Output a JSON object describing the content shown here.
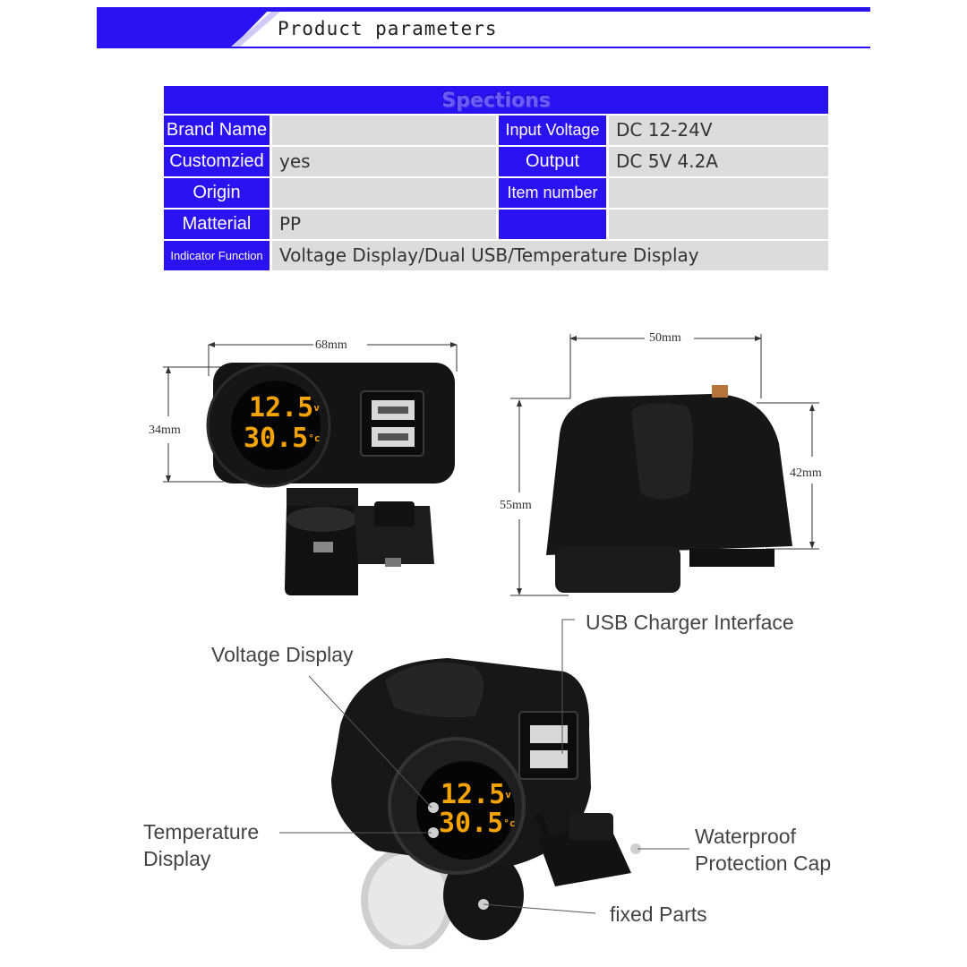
{
  "header": {
    "title": "Product parameters",
    "accent": "#2a12f2"
  },
  "spec_table": {
    "heading": "Spections",
    "rows": [
      {
        "label1": "Brand Name",
        "value1": "",
        "label2": "Input Voltage",
        "value2": "DC  12-24V"
      },
      {
        "label1": "Customzied",
        "value1": "yes",
        "label2": "Output",
        "value2": "DC  5V  4.2A"
      },
      {
        "label1": "Origin",
        "value1": "",
        "label2": "Item number",
        "value2": ""
      },
      {
        "label1": "Matterial",
        "value1": "PP",
        "label2": "",
        "value2": ""
      }
    ],
    "last_row": {
      "label": "Indicator Function",
      "value": "Voltage Display/Dual USB/Temperature Display"
    }
  },
  "dimensions": {
    "front_width": "68mm",
    "front_height": "34mm",
    "side_width": "50mm",
    "side_height_left": "55mm",
    "side_height_right": "42mm"
  },
  "display": {
    "voltage": "12.5",
    "voltage_unit": "v",
    "temperature": "30.5",
    "temperature_unit": "°c",
    "digit_color": "#f5a300"
  },
  "callouts": {
    "usb": "USB Charger Interface",
    "voltage": "Voltage Display",
    "temperature_line1": "Temperature",
    "temperature_line2": "Display",
    "waterproof_line1": "Waterproof",
    "waterproof_line2": "Protection Cap",
    "fixed": "fixed Parts"
  }
}
